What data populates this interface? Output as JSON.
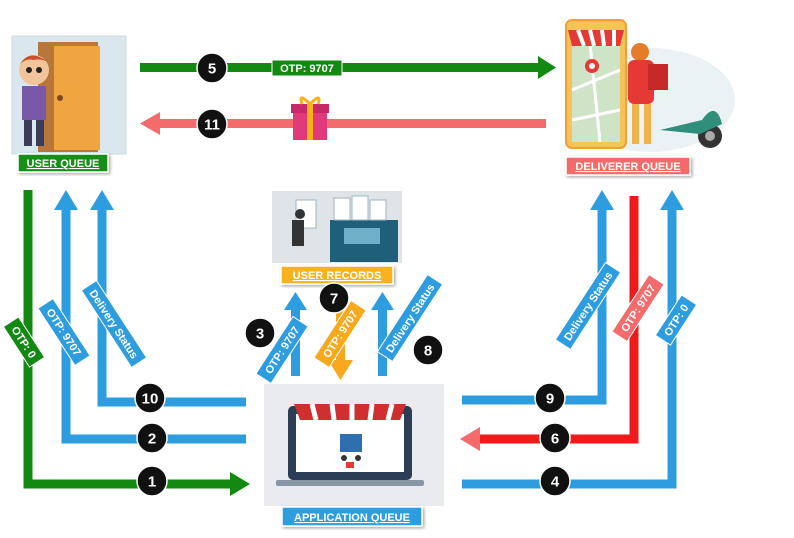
{
  "labels": {
    "user_queue": "USER QUEUE",
    "deliverer_queue": "DELIVERER QUEUE",
    "user_records": "USER RECORDS",
    "application_queue": "APPLICATION QUEUE"
  },
  "arrow_labels": {
    "otp_top": "OTP: 9707",
    "otp_zero_left": "OTP: 0",
    "otp_left": "OTP: 9707",
    "delivery_status_left": "Delivery Status",
    "otp_records_up": "OTP: 9707",
    "otp_records_down": "OTP: 9707",
    "delivery_status_records": "Delivery Status",
    "delivery_status_right": "Delivery Status",
    "otp_right_red": "OTP: 9707",
    "otp_zero_right": "OTP: 0"
  },
  "step_numbers": [
    "1",
    "2",
    "3",
    "4",
    "5",
    "6",
    "7",
    "8",
    "9",
    "10",
    "11"
  ],
  "colors": {
    "green": "#128a12",
    "blue": "#2e9de0",
    "red": "#ef1a1a",
    "salmon": "#f46b6b",
    "orange": "#f7a81c",
    "dark": "#111111",
    "user_label_bg": "#138f13",
    "deliverer_label_bg": "#f36b6b",
    "records_label_bg": "#f7b21a",
    "app_label_bg": "#2e9de0"
  }
}
